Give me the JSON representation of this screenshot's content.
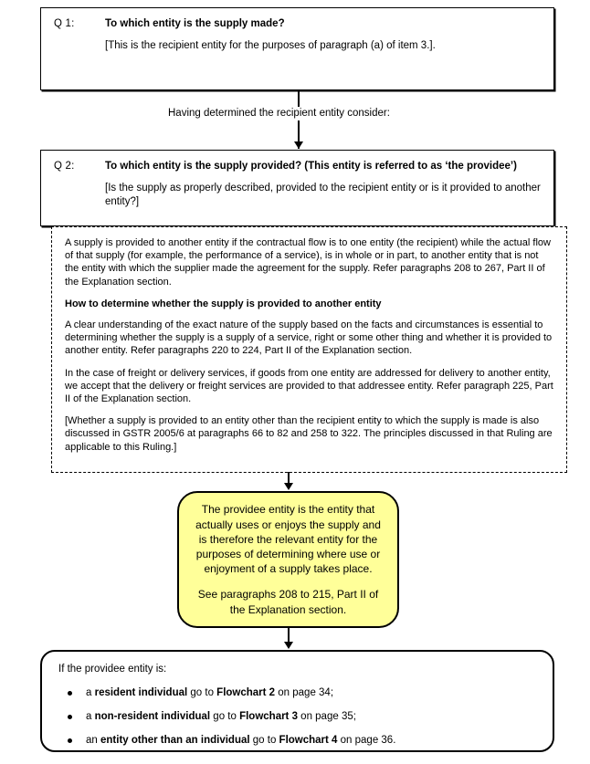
{
  "flowchart": {
    "q1": {
      "label": "Q 1:",
      "title": "To which entity is the supply made?",
      "note": "[This is the recipient entity for the purposes of paragraph (a) of item 3.]."
    },
    "connector1": {
      "label": "Having determined the recipient entity consider:"
    },
    "q2": {
      "label": "Q 2:",
      "title": "To which entity is the supply provided? (This entity is referred to as ‘the providee’)",
      "note": "[Is the supply as properly described, provided to the recipient entity or is it provided to another entity?]"
    },
    "explanation": {
      "paragraph1": "A supply is provided to another entity if the contractual flow is to one entity (the recipient) while the actual flow of that supply (for example, the performance of a service), is in whole or in part, to another entity that is not the entity with which the supplier made the agreement for the supply. Refer paragraphs 208 to 267, Part II of the Explanation section.",
      "heading": "How to determine whether the supply is provided to another entity",
      "paragraph2": "A clear understanding of the exact nature of the supply based on the facts and circumstances is essential to determining whether the supply is a supply of a service, right or some other thing and whether it is provided to another entity. Refer paragraphs 220 to 224, Part II of the Explanation section.",
      "paragraph3": "In the case of freight or delivery services, if goods from one entity are addressed for delivery to another entity, we accept that the delivery or freight services are provided to that addressee entity. Refer paragraph 225, Part II of the Explanation section.",
      "paragraph4": "[Whether a supply is provided to an entity other than the recipient entity to which the supply is made is also discussed in GSTR 2005/6 at paragraphs 66 to 82 and 258 to 322. The principles discussed in that Ruling are applicable to this Ruling.]"
    },
    "conclusion": {
      "statement": "The providee entity is the entity that actually uses or enjoys the supply and is therefore the relevant entity for the purposes of determining where use or enjoyment of a supply takes place.",
      "reference": "See paragraphs 208 to 215, Part II of the Explanation section.",
      "fill_color": "#FFFF99"
    },
    "outcome": {
      "intro": "If the providee entity is:",
      "bullets": [
        {
          "lead": "a ",
          "bold1": "resident individual",
          "mid": " go to ",
          "bold2": "Flowchart 2",
          "tail": " on page 34;"
        },
        {
          "lead": "a ",
          "bold1": "non-resident individual",
          "mid": " go to ",
          "bold2": "Flowchart 3",
          "tail": " on page 35;"
        },
        {
          "lead": "an ",
          "bold1": "entity other than an individual",
          "mid": " go to ",
          "bold2": "Flowchart 4",
          "tail": " on page 36."
        }
      ]
    }
  }
}
